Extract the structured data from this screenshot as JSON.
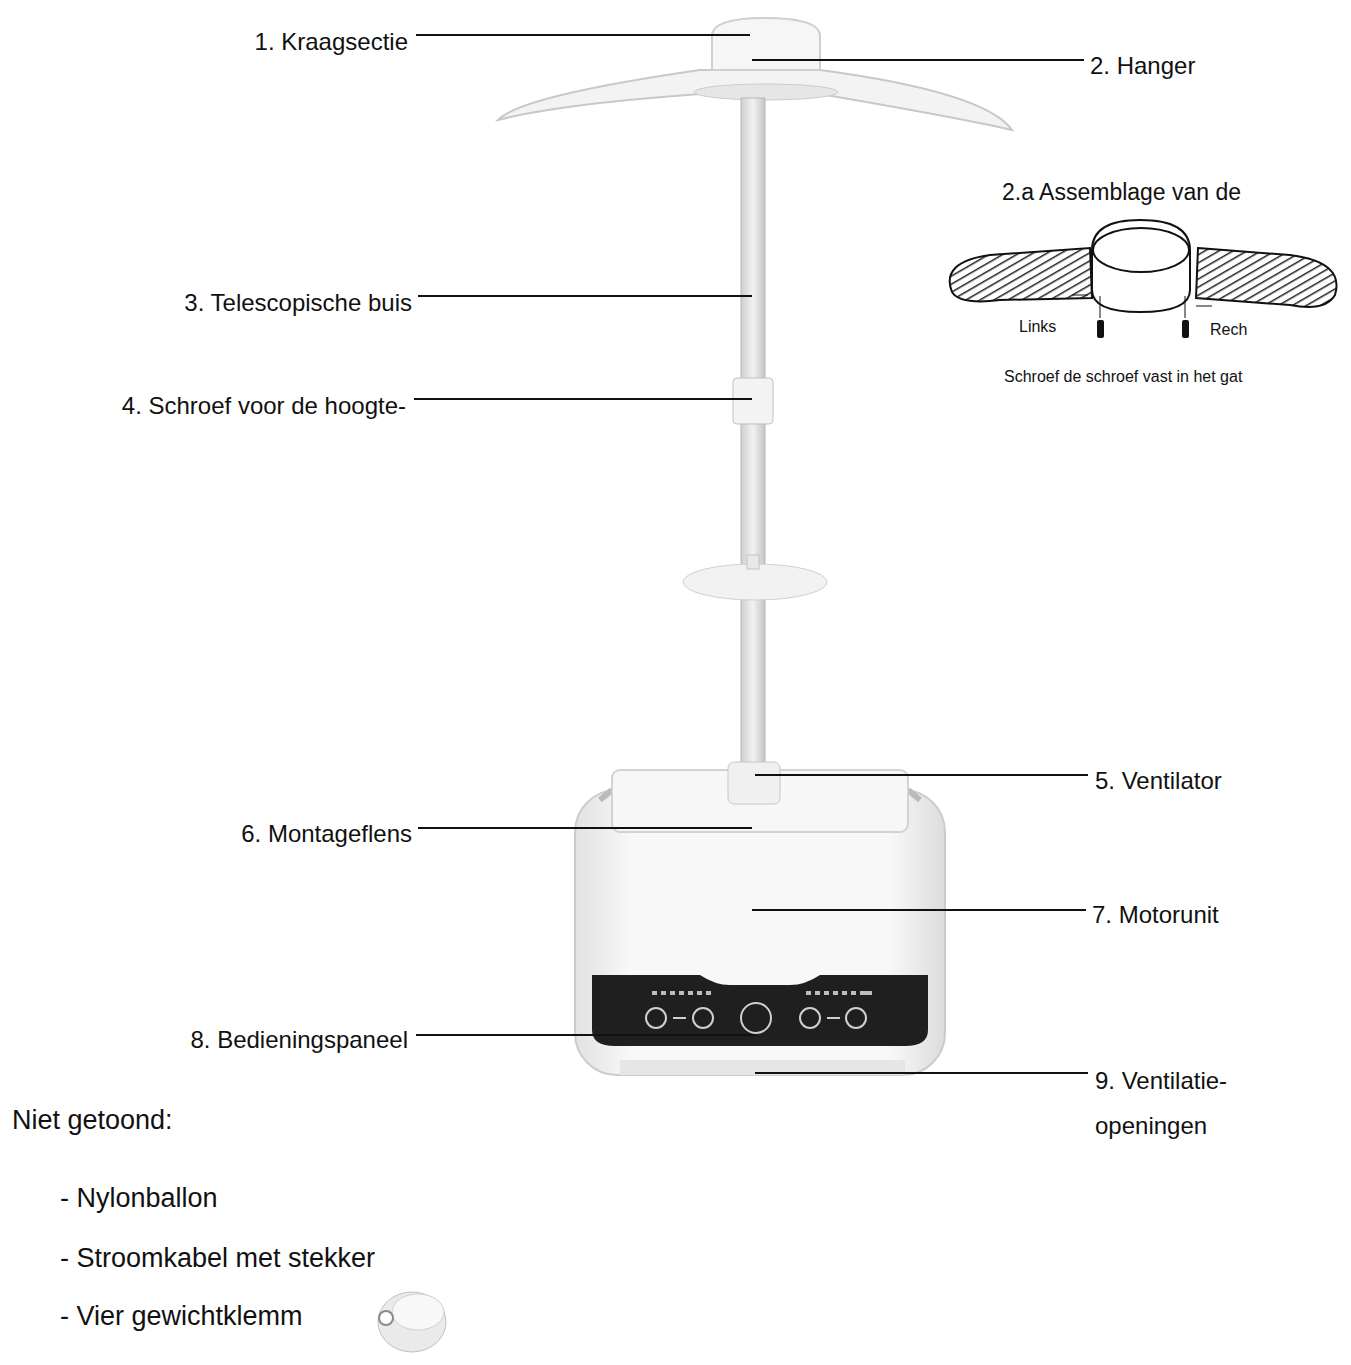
{
  "diagram": {
    "labels": [
      "1. Kraagsectie",
      "2. Hanger",
      "2.a Assemblage van de",
      "Links",
      "Rech",
      "Schroef de schroef vast in het gat",
      "3. Telescopische buis",
      "4. Schroef voor de hoogte-",
      "5. Ventilator",
      "6. Montageflens",
      "7. Motorunit",
      "8. Bedieningspaneel",
      "9. Ventilatie- openingen",
      "Niet getoond:",
      "- Nylonballon",
      "- Stroomkabel met stekker",
      "- Vier gewichtklemm"
    ]
  }
}
